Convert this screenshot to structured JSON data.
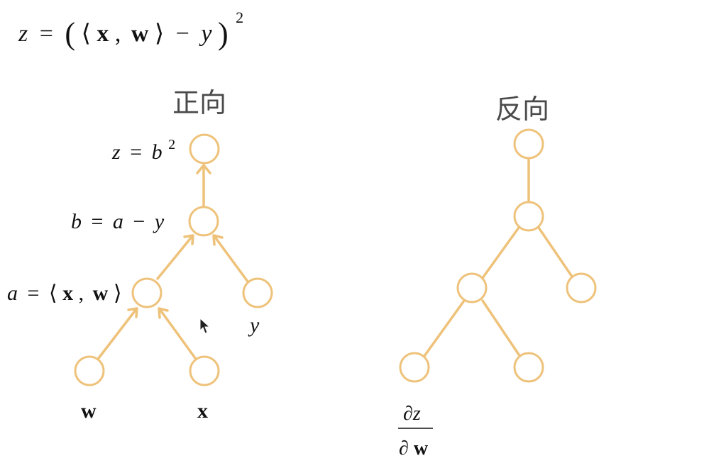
{
  "colors": {
    "node_stroke": "#eec27a",
    "edge": "#eec27a",
    "text": "#111111",
    "heading": "#4a4a4a"
  },
  "formula": {
    "z": "z",
    "eq": "=",
    "lparen": "(",
    "langle": "⟨",
    "x": "x",
    "comma": ",",
    "w": "w",
    "rangle": "⟩",
    "minus": "−",
    "y": "y",
    "rparen": ")",
    "exp": "2"
  },
  "forward": {
    "title": "正向",
    "z_label": {
      "lhs": "z",
      "eq": "=",
      "base": "b",
      "exp": "2"
    },
    "b_label": {
      "lhs": "b",
      "eq": "=",
      "a": "a",
      "minus": "−",
      "y": "y"
    },
    "a_label": {
      "lhs": "a",
      "eq": "=",
      "langle": "⟨",
      "x": "x",
      "comma": ",",
      "w": "w",
      "rangle": "⟩"
    },
    "w_label": "w",
    "x_label": "x",
    "y_label": "y"
  },
  "backward": {
    "title": "反向",
    "grad_numerator": "∂z",
    "grad_denominator": {
      "partial": "∂",
      "w": "w"
    }
  }
}
